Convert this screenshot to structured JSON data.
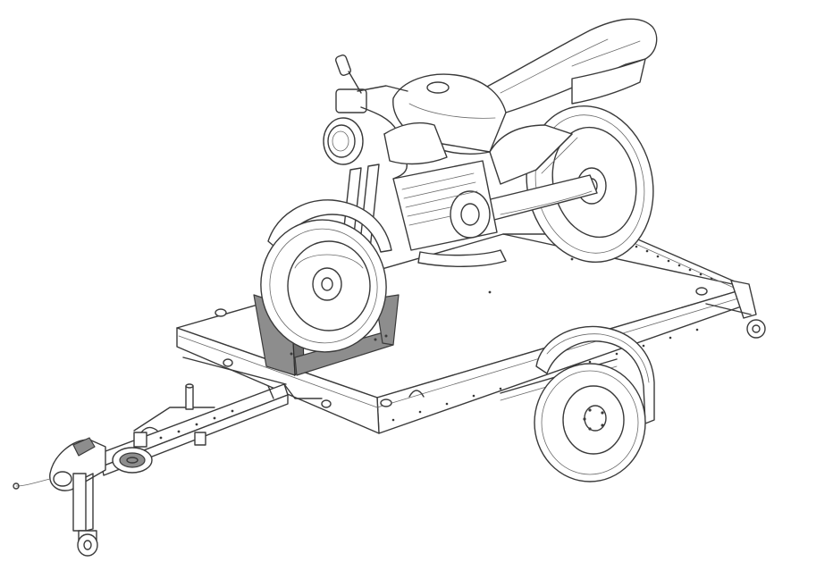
{
  "diagram": {
    "background": "#ffffff",
    "line_color": "#3a3a3a",
    "chock_color": "#8d8d8d",
    "components": [
      "motorcycle",
      "trailer-deck",
      "wheel-chock",
      "drawbar",
      "coupling-head",
      "jockey-wheel",
      "winch",
      "road-wheel",
      "mudguard",
      "rear-support-wheel"
    ]
  }
}
